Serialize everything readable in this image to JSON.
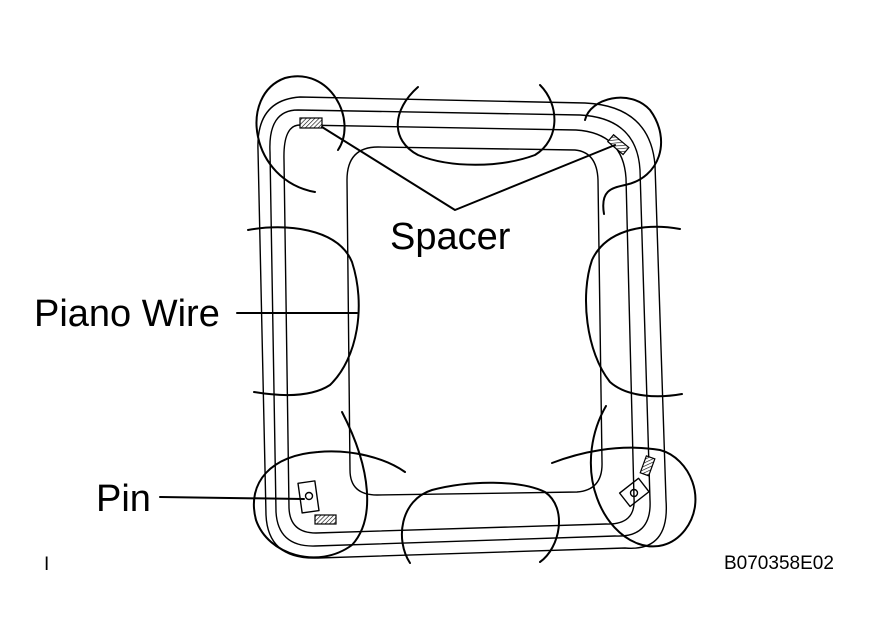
{
  "labels": {
    "spacer": "Spacer",
    "piano_wire": "Piano Wire",
    "pin": "Pin",
    "figure_code": "B070358E02",
    "corner_mark": "I"
  }
}
